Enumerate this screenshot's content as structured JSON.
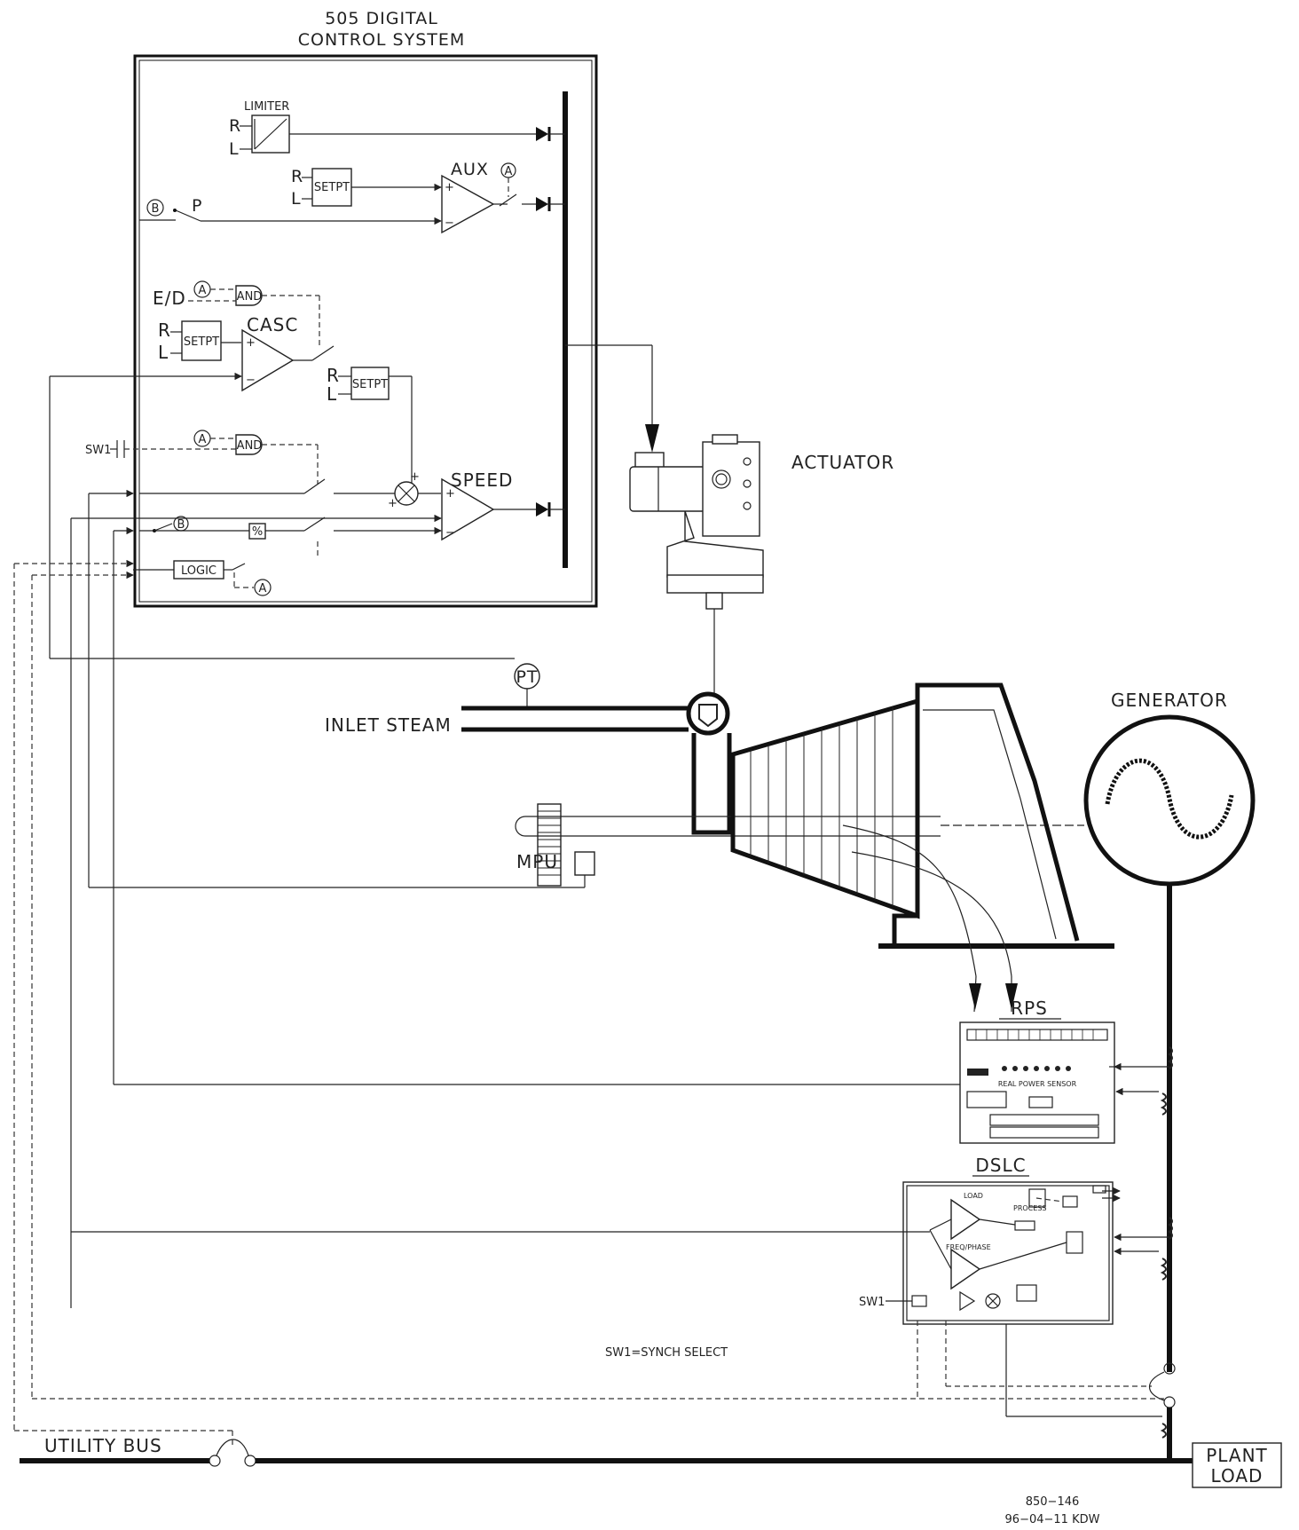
{
  "title": {
    "line1": "505 DIGITAL",
    "line2": "CONTROL SYSTEM"
  },
  "blocks": {
    "limiter": "LIMITER",
    "aux": "AUX",
    "casc": "CASC",
    "speed": "SPEED",
    "setpt": "SETPT",
    "and_gate": "AND",
    "logic": "LOGIC",
    "percent": "%",
    "r": "R",
    "l": "L",
    "p": "P",
    "ed": "E/D",
    "sw1": "SW1",
    "node_a": "A",
    "node_b": "B",
    "plus": "+",
    "minus": "−"
  },
  "components": {
    "actuator": "ACTUATOR",
    "generator": "GENERATOR",
    "inlet_steam": "INLET STEAM",
    "pt": "PT",
    "mpu": "MPU",
    "rps": "RPS",
    "real_power_sensor": "REAL POWER SENSOR",
    "dslc": "DSLC",
    "dslc_load": "LOAD",
    "dslc_freq": "FREQ/PHASE",
    "dslc_process": "PROCESS",
    "utility_bus": "UTILITY BUS",
    "plant_load_1": "PLANT",
    "plant_load_2": "LOAD",
    "sw1_note": "SW1=SYNCH SELECT"
  },
  "drawing": {
    "number": "850−146",
    "date": "96−04−11 KDW"
  }
}
